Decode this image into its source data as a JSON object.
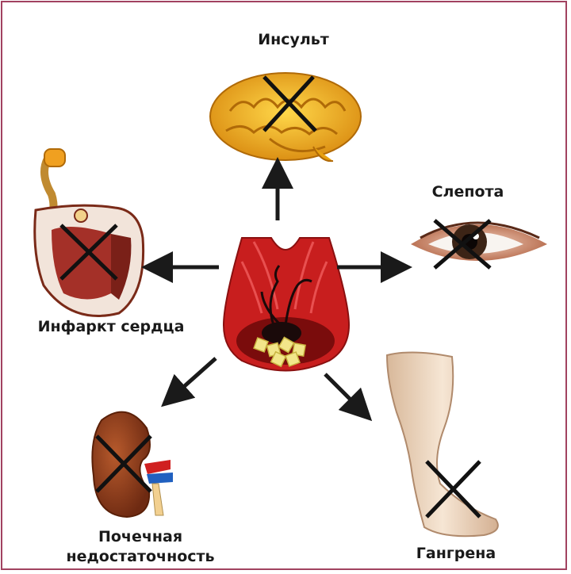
{
  "labels": {
    "stroke": "Инсульт",
    "blindness": "Слепота",
    "heart_attack": "Инфаркт сердца",
    "kidney_line1": "Почечная",
    "kidney_line2": "недостаточность",
    "gangrene": "Гангрена"
  },
  "colors": {
    "frame": "#a14260",
    "artery": "#c81e1e",
    "brain": "#f2b41c",
    "kidney": "#8a3518",
    "arrow": "#1a1a1a",
    "cross": "#111111"
  }
}
